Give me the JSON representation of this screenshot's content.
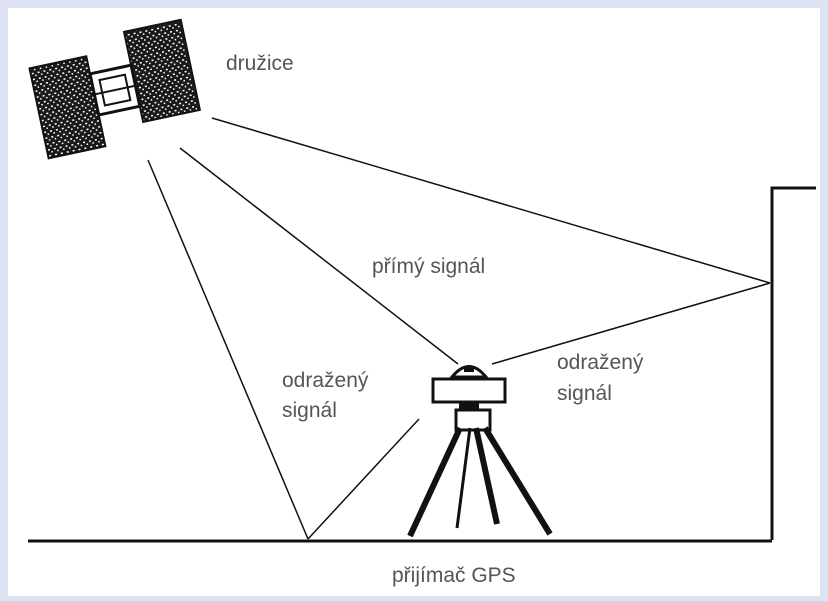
{
  "diagram": {
    "title": "",
    "labels": {
      "satellite": "družice",
      "direct_signal": "přímý signál",
      "reflected_left_line1": "odražený",
      "reflected_left_line2": "signál",
      "reflected_right_line1": "odražený",
      "reflected_right_line2": "signál",
      "receiver": "přijímač GPS"
    },
    "colors": {
      "line": "#111111",
      "text": "#555555",
      "background": "#ffffff",
      "frame": "#dde3f2"
    },
    "icons": [
      "satellite-icon",
      "gps-receiver-tripod-icon",
      "building-wall"
    ]
  }
}
